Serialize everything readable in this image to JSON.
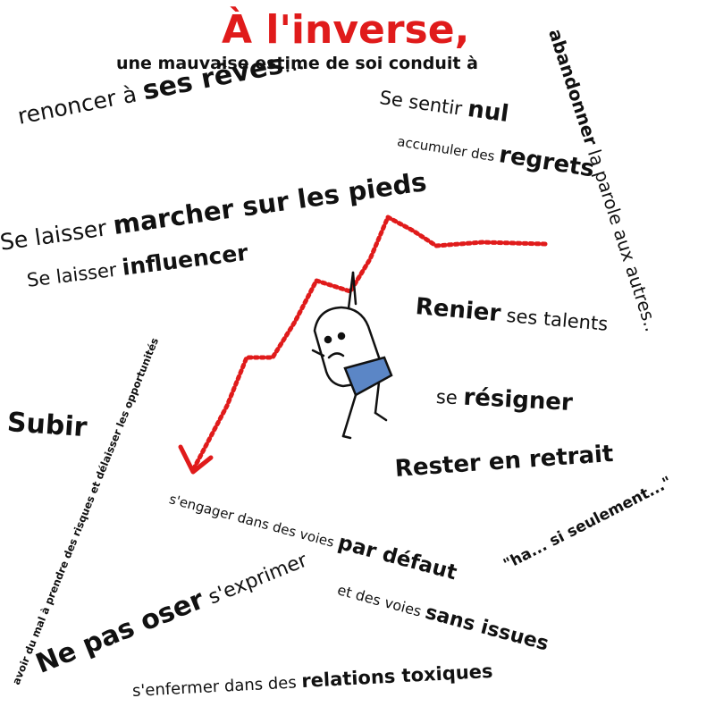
{
  "title": "À l'inverse,",
  "subtitle": "une mauvaise estime de soi conduit à",
  "phrases": {
    "renoncer_pre": "renoncer à ",
    "renoncer_bold": "ses rêves",
    "renoncer_post": "...",
    "nul_pre": "Se sentir ",
    "nul_bold": "nul",
    "regrets_pre": "accumuler des ",
    "regrets_bold": "regrets",
    "abandonner_bold": "abandonner",
    "abandonner_post": " la parole aux autres..",
    "marcher_pre": "Se laisser ",
    "marcher_bold": "marcher sur les pieds",
    "influencer_pre": "Se laisser ",
    "influencer_bold": "influencer",
    "renier_bold": "Renier",
    "renier_post": " ses talents",
    "resigner_pre": "se ",
    "resigner_bold": "résigner",
    "retrait": "Rester en retrait",
    "subir": "Subir",
    "risques": "avoir du mal à prendre des risques et délaisser les opportunités",
    "engager_pre": "s'engager dans des voies ",
    "engager_bold": "par défaut",
    "seulement": "\"ha... si seulement...\"",
    "issues_pre": "et des voies ",
    "issues_bold": "sans issues",
    "oser_bold": "Ne pas oser",
    "oser_post": " s'exprimer",
    "enfermer_pre": "s'enfermer dans des ",
    "enfermer_bold": "relations toxiques"
  },
  "colors": {
    "accent": "#e01b1b",
    "text": "#111111",
    "shorts": "#5b86c6"
  },
  "illustration": "sad-stick-figure-falling"
}
